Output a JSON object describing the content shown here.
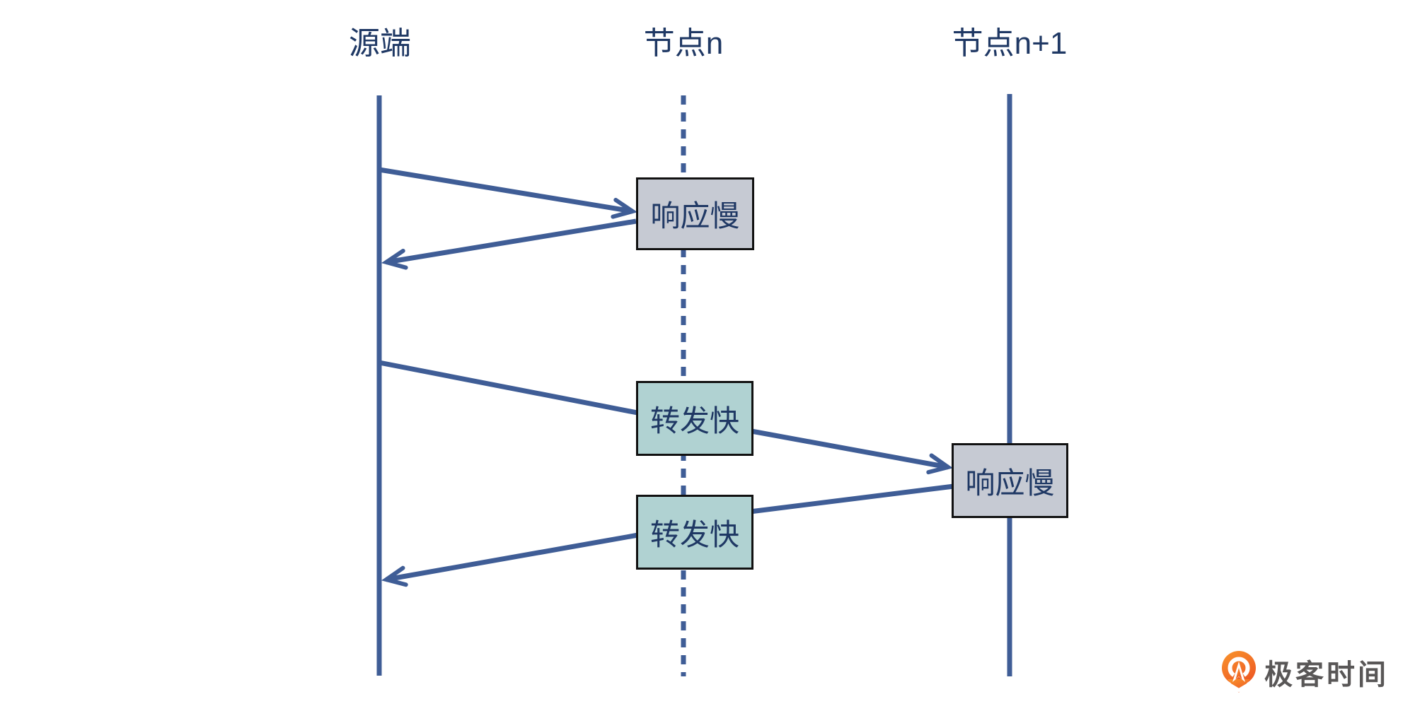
{
  "diagram": {
    "lifelines": [
      {
        "id": "source",
        "label": "源端",
        "style": "solid"
      },
      {
        "id": "node-n",
        "label": "节点n",
        "style": "dashed"
      },
      {
        "id": "node-n-1",
        "label": "节点n+1",
        "style": "solid"
      }
    ],
    "boxes": [
      {
        "id": "slow-response-node-n",
        "label": "响应慢",
        "type": "slow"
      },
      {
        "id": "fast-forward-upper",
        "label": "转发快",
        "type": "fast"
      },
      {
        "id": "slow-response-node-n1",
        "label": "响应慢",
        "type": "slow"
      },
      {
        "id": "fast-forward-lower",
        "label": "转发快",
        "type": "fast"
      }
    ],
    "colors": {
      "line": "#3f5d96",
      "text": "#1f3864",
      "slow_box_fill": "#c6cad3",
      "fast_box_fill": "#b0d2d2",
      "box_border": "#111111"
    }
  },
  "brand": {
    "text": "极客时间",
    "text_color": "#595757",
    "icon_orange_light": "#f9952c",
    "icon_orange_dark": "#ee5a24"
  }
}
